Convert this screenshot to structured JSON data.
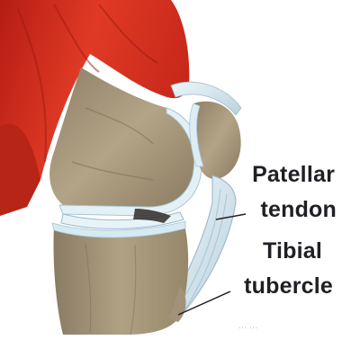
{
  "diagram": {
    "labels": {
      "patellar_tendon_line1": "Patellar",
      "patellar_tendon_line2": "tendon",
      "tibial_tubercle_line1": "Tibial",
      "tibial_tubercle_line2": "tubercle"
    },
    "credit": "··· ···"
  },
  "colors": {
    "muscle": "#d8301f",
    "bone": "#a8987e",
    "cartilage": "#d9ecf3",
    "tendon": "#c9dde8",
    "label_text": "#1f1f24"
  }
}
